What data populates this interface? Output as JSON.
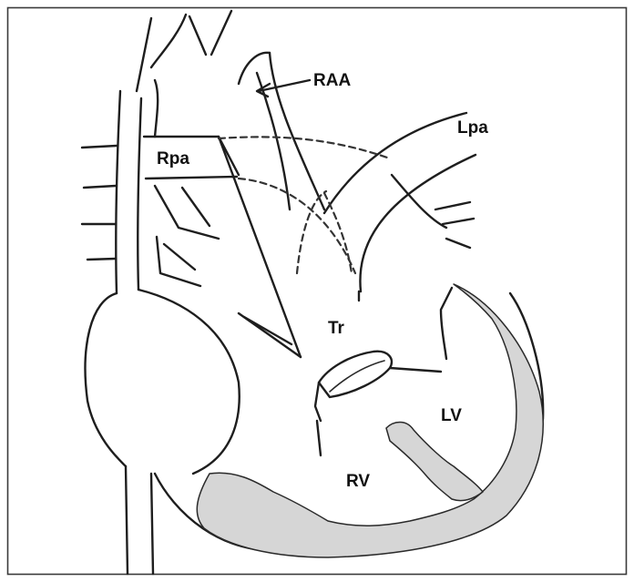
{
  "labels": {
    "raa": "RAA",
    "lpa": "Lpa",
    "rpa": "Rpa",
    "tr": "Tr",
    "lv": "LV",
    "rv": "RV"
  },
  "colors": {
    "border": "#3a3a3a",
    "line": "#1e1e1e",
    "wall_fill": "#d6d6d6",
    "background": "#ffffff"
  }
}
